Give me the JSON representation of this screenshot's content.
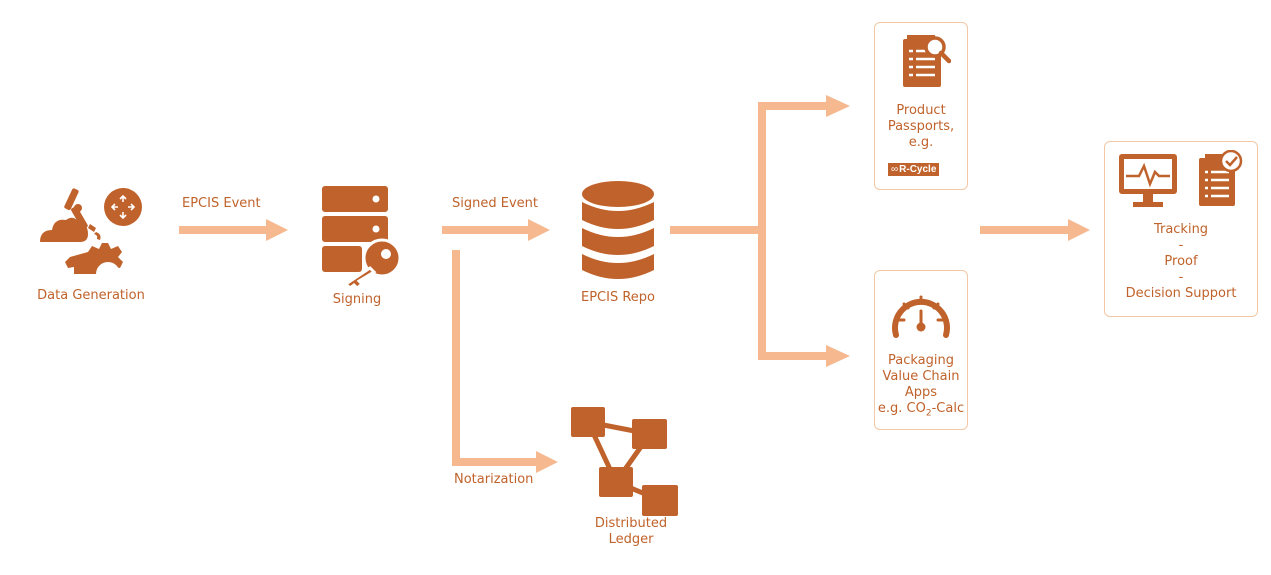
{
  "colors": {
    "primary": "#c0622b",
    "arrow": "#f5b88f",
    "box_border": "#f2c8a6"
  },
  "nodes": {
    "data_generation": {
      "label": "Data Generation",
      "icon": "robot-arm-gear-icon"
    },
    "signing": {
      "label": "Signing",
      "icon": "server-key-icon"
    },
    "epcis_repo": {
      "label": "EPCIS Repo",
      "icon": "database-icon"
    },
    "distributed_ledger": {
      "label_lines": [
        "Distributed",
        "Ledger"
      ],
      "icon": "network-nodes-icon"
    },
    "product_passports": {
      "label_lines": [
        "Product",
        "Passports,",
        "e.g."
      ],
      "badge": "R-Cycle",
      "icon": "document-search-icon"
    },
    "packaging_apps": {
      "label_lines": [
        "Packaging",
        "Value Chain",
        "Apps",
        "e.g. CO",
        "2",
        "-Calc"
      ],
      "icon": "gauge-icon"
    },
    "tracking": {
      "label_lines": [
        "Tracking",
        "-",
        "Proof",
        "-",
        "Decision Support"
      ],
      "icons": [
        "monitor-chart-icon",
        "checklist-icon"
      ]
    }
  },
  "flows": {
    "epcis_event": "EPCIS Event",
    "signed_event": "Signed Event",
    "notarization": "Notarization"
  }
}
